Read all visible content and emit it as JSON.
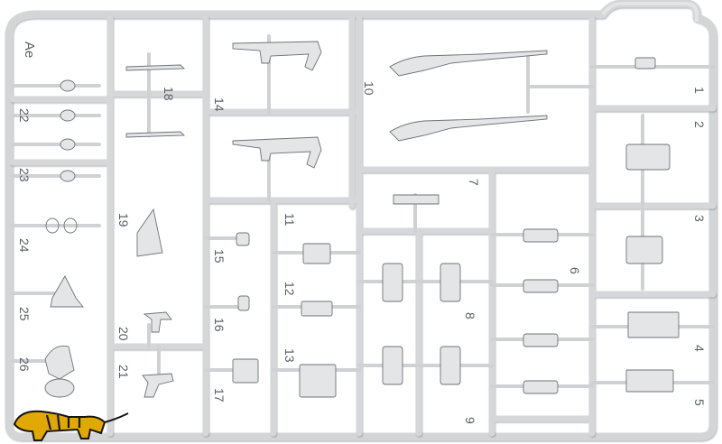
{
  "image": {
    "subject": "plastic-model-sprue",
    "watermark": "tiger-logo",
    "colors": {
      "background": "#ffffff",
      "plastic": "#d7d9db",
      "plastic_shadow": "#8e9397",
      "plastic_highlight": "#f2f3f4",
      "part_edge": "#6f7478",
      "number_text": "#5b6064",
      "logo_yellow": "#e0a800",
      "logo_black": "#141414"
    }
  },
  "sprue": {
    "code": "Ae",
    "part_numbers": [
      "1",
      "2",
      "3",
      "4",
      "5",
      "6",
      "7",
      "8",
      "9",
      "10",
      "11",
      "12",
      "13",
      "14",
      "15",
      "16",
      "17",
      "18",
      "19",
      "20",
      "21",
      "22",
      "23",
      "24",
      "25",
      "26"
    ]
  }
}
